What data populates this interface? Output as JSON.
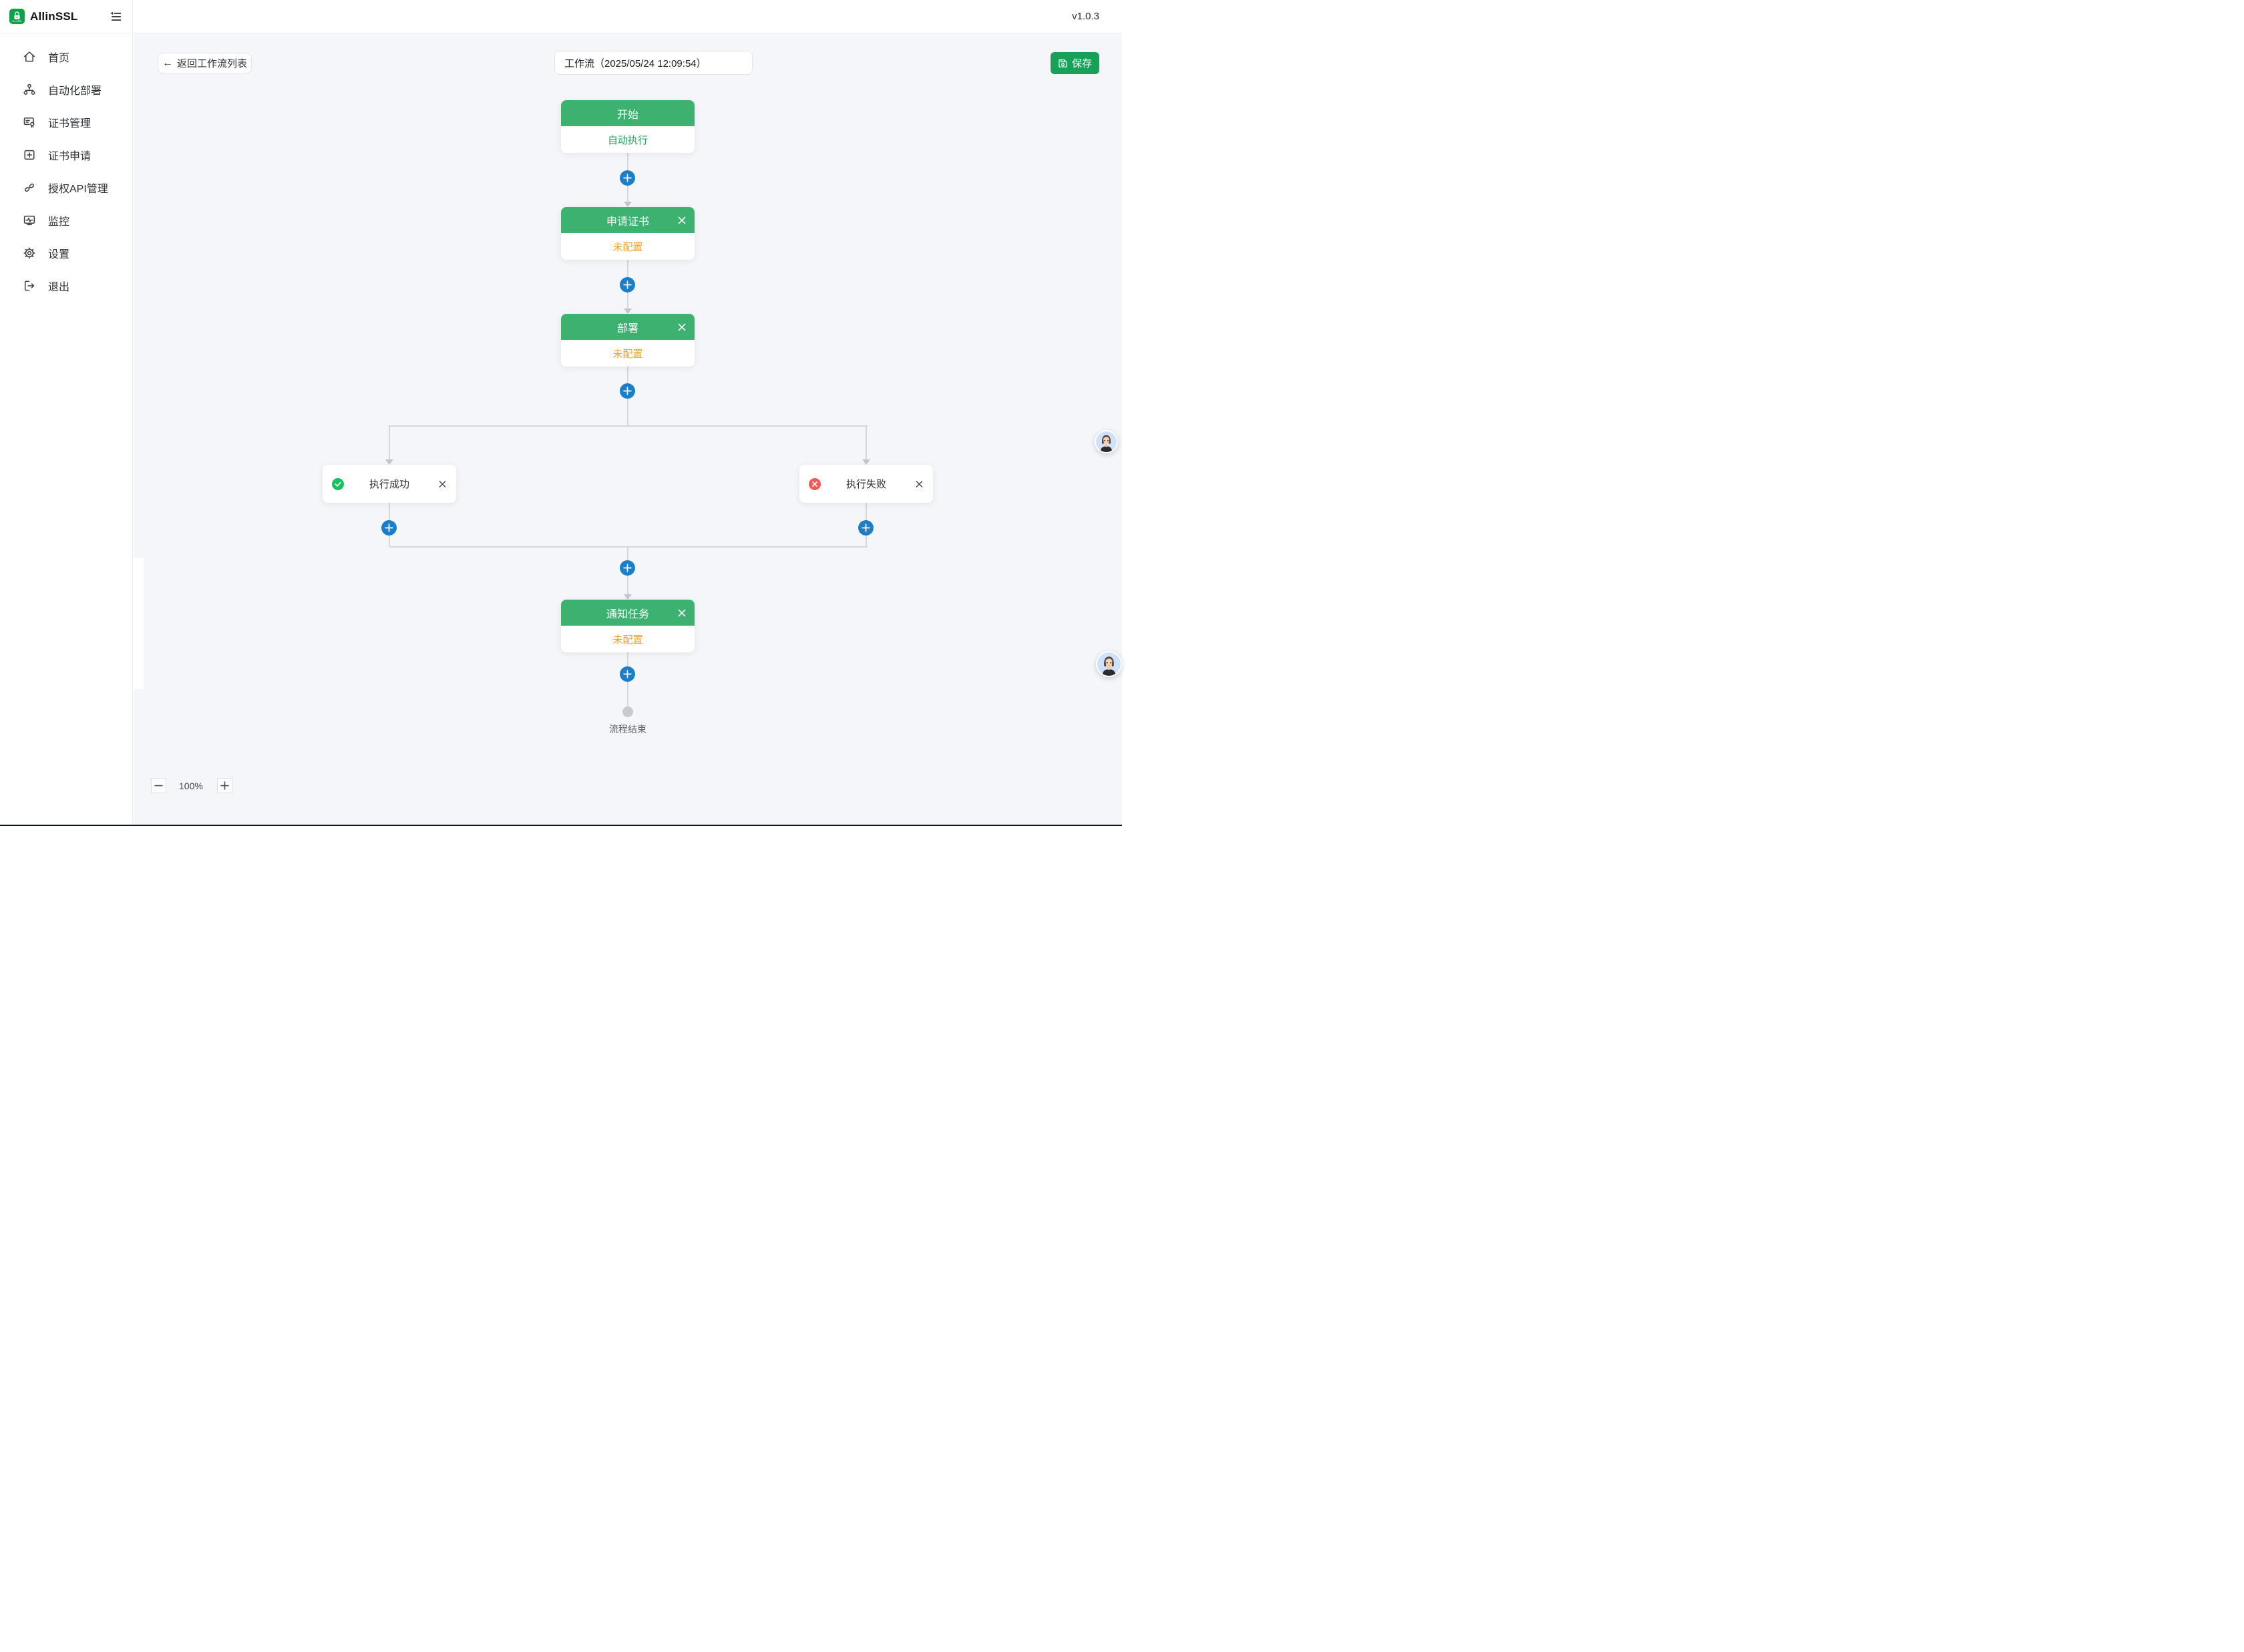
{
  "app": {
    "brand": "AllinSSL",
    "version": "v1.0.3"
  },
  "sidebar": {
    "items": [
      {
        "label": "首页",
        "icon": "home-icon"
      },
      {
        "label": "自动化部署",
        "icon": "deploy-icon"
      },
      {
        "label": "证书管理",
        "icon": "certificate-icon"
      },
      {
        "label": "证书申请",
        "icon": "apply-cert-icon"
      },
      {
        "label": "授权API管理",
        "icon": "api-auth-icon"
      },
      {
        "label": "监控",
        "icon": "monitor-icon"
      },
      {
        "label": "设置",
        "icon": "settings-icon"
      },
      {
        "label": "退出",
        "icon": "logout-icon"
      }
    ]
  },
  "toolbar": {
    "back_label": "返回工作流列表",
    "back_arrow": "←",
    "title_value": "工作流（2025/05/24 12:09:54）",
    "save_label": "保存"
  },
  "workflow": {
    "start": {
      "title": "开始",
      "body": "自动执行"
    },
    "apply": {
      "title": "申请证书",
      "body": "未配置"
    },
    "deploy": {
      "title": "部署",
      "body": "未配置"
    },
    "branch_success": {
      "label": "执行成功"
    },
    "branch_fail": {
      "label": "执行失败"
    },
    "notify": {
      "title": "通知任务",
      "body": "未配置"
    },
    "end_label": "流程结束"
  },
  "zoom": {
    "level": "100%",
    "minus": "−",
    "plus": "+"
  },
  "colors": {
    "node_header_green": "#3db170",
    "save_green": "#18a058",
    "plus_blue": "#1a7ec8",
    "warn_orange": "#f0a420",
    "success_green": "#18c161",
    "error_red": "#f45b57",
    "connector_gray": "#d6d7da",
    "canvas_bg": "#f5f6f9"
  }
}
